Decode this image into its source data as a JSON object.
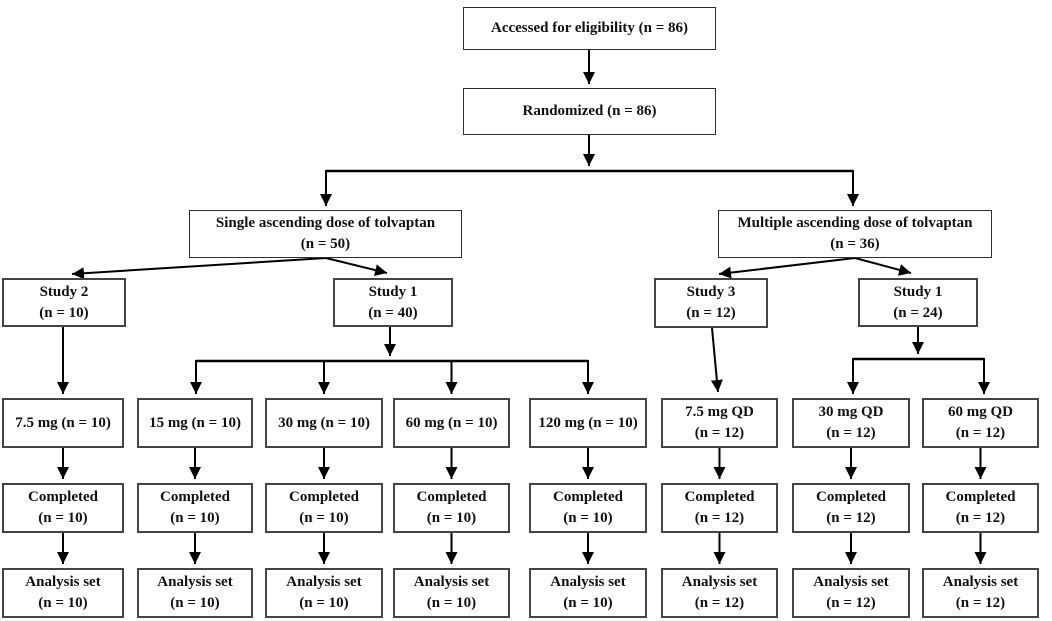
{
  "flowchart": {
    "top": {
      "eligibility": "Accessed for eligibility (n = 86)",
      "randomized": "Randomized (n = 86)"
    },
    "arms": {
      "single": {
        "label": "Single ascending dose of tolvaptan\n(n = 50)",
        "studies": {
          "study2": "Study 2\n(n = 10)",
          "study1": "Study 1\n(n = 40)"
        }
      },
      "multiple": {
        "label": "Multiple ascending dose of tolvaptan\n(n = 36)",
        "studies": {
          "study3": "Study 3\n(n = 12)",
          "study1": "Study 1\n(n = 24)"
        }
      }
    },
    "columns": [
      {
        "dose": "7.5 mg (n = 10)",
        "completed": "Completed\n(n = 10)",
        "analysis": "Analysis set\n(n = 10)"
      },
      {
        "dose": "15 mg (n = 10)",
        "completed": "Completed\n(n = 10)",
        "analysis": "Analysis set\n(n = 10)"
      },
      {
        "dose": "30 mg (n = 10)",
        "completed": "Completed\n(n = 10)",
        "analysis": "Analysis set\n(n = 10)"
      },
      {
        "dose": "60 mg (n = 10)",
        "completed": "Completed\n(n = 10)",
        "analysis": "Analysis set\n(n = 10)"
      },
      {
        "dose": "120 mg (n = 10)",
        "completed": "Completed\n(n = 10)",
        "analysis": "Analysis set\n(n = 10)"
      },
      {
        "dose": "7.5 mg QD\n(n = 12)",
        "completed": "Completed\n(n = 12)",
        "analysis": "Analysis set\n(n = 12)"
      },
      {
        "dose": "30 mg QD\n(n = 12)",
        "completed": "Completed\n(n = 12)",
        "analysis": "Analysis set\n(n = 12)"
      },
      {
        "dose": "60 mg QD\n(n = 12)",
        "completed": "Completed\n(n = 12)",
        "analysis": "Analysis set\n(n = 12)"
      }
    ],
    "colors": {
      "background": "#ffffff",
      "box_border_thin": "#2e2e2e",
      "box_border_thick": "#454545",
      "arrow": "#000000",
      "text": "#111111"
    }
  }
}
